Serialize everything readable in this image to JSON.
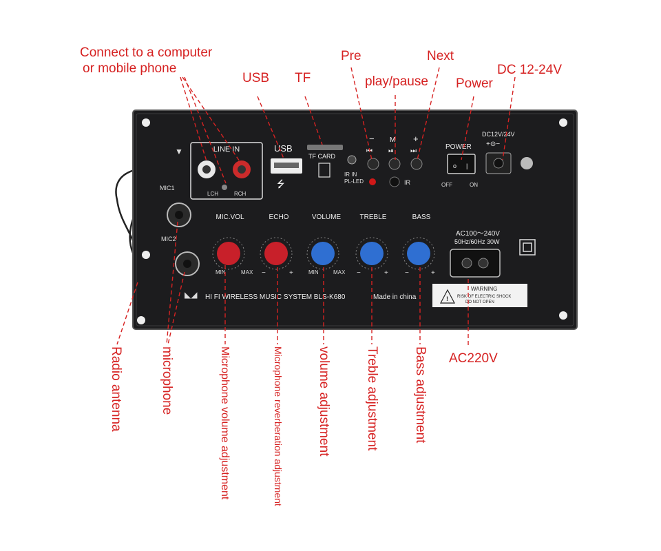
{
  "callouts": {
    "line_in": "Connect to a computer\n or mobile phone",
    "line_in_1": "Connect to a computer",
    "line_in_2": "or mobile phone",
    "usb": "USB",
    "tf": "TF",
    "pre": "Pre",
    "play_pause": "play/pause",
    "next": "Next",
    "power": "Power",
    "dc": "DC 12-24V",
    "radio_antenna": "Radio antenna",
    "microphone": "microphone",
    "mic_volume": "Microphone volume adjustment",
    "mic_reverb": "Microphone reverberation adjustment",
    "volume": "volume adjustment",
    "treble": "Treble adjustment",
    "bass": "Bass adjustment",
    "ac": "AC220V"
  },
  "panel": {
    "line_in": "LINE IN",
    "lch": "LCH",
    "rch": "RCH",
    "usb": "USB",
    "tf_card": "TF CARD",
    "ir_in": "IR IN",
    "pl_led": "PL-LED",
    "ir": "IR",
    "power": "POWER",
    "off": "OFF",
    "on": "ON",
    "dc_rating": "DC12V/24V",
    "mic1": "MIC1",
    "mic2": "MIC2",
    "knob_labels": [
      "MIC.VOL",
      "ECHO",
      "VOLUME",
      "TREBLE",
      "BASS"
    ],
    "min": "MIN",
    "max": "MAX",
    "minus": "−",
    "plus": "+",
    "ac_rating_1": "AC100～240V",
    "ac_rating_2": "50Hz/60Hz 30W",
    "brand_line": "HI FI WIRELESS MUSIC SYSTEM  BLS-K680",
    "made_in": "Made in china",
    "warning_title": "WARNING",
    "warning_1": "RISK OF ELECTRIC SHOCK",
    "warning_2": "DO NOT OPEN"
  },
  "colors": {
    "callout": "#d62222",
    "panel": "#1c1c1e",
    "knob_red": "#c8202a",
    "knob_blue": "#2f6fd2"
  }
}
